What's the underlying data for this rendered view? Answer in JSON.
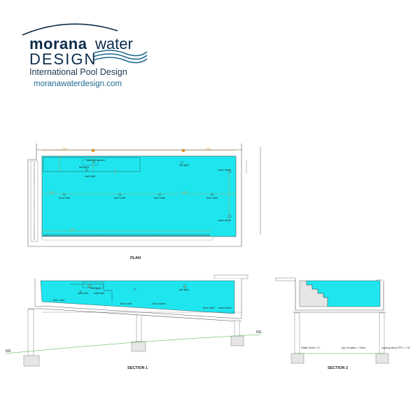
{
  "logo": {
    "brand_bold": "morana",
    "brand_light": "water",
    "brand_second": "DESIGN",
    "tagline": "International Pool Design",
    "website": "moranawaterdesign.com"
  },
  "colors": {
    "water": "#1fe6ee",
    "navy": "#0b2c4a",
    "teal": "#1f6a8f",
    "ground_line": "#3fae3f",
    "dimension": "#d8902a",
    "structure": "#8a8a8a"
  },
  "plan": {
    "title": "PLAN",
    "dimensions": [
      "250",
      "250",
      "155",
      "165",
      "195"
    ],
    "labels": {
      "vacuum_socket": "vacuum socket",
      "led_light_1": "led light",
      "wall_inlet_1": "wall inlet",
      "led_light_2": "led light",
      "main_drain_1": "main drain",
      "floor_inlet_1": "floor inlet",
      "floor_inlet_2": "floor inlet",
      "floor_inlet_3": "floor inlet",
      "floor_inlet_4": "floor inlet",
      "main_drain_2": "main drain"
    }
  },
  "section1": {
    "title": "SECTION 1",
    "ground": "NG",
    "ground_right": "NG",
    "labels": {
      "led_light": "led light",
      "wall_inlet_a": "wall inlet",
      "wall_inlet_b": "wall inlet",
      "floor_inlet_a": "floor inlet",
      "floor_inlet_b": "floor inlet",
      "floor_drain": "floor drain",
      "led_light_2": "led light",
      "floor_inlet_c": "floor inlet",
      "main_drain": "main drain"
    }
  },
  "section2": {
    "title": "SECTION 2",
    "water_level": "Water level = 0",
    "top_walls": "top of walls = +5cm",
    "coping_stone": "coping stone FFL = +8"
  }
}
